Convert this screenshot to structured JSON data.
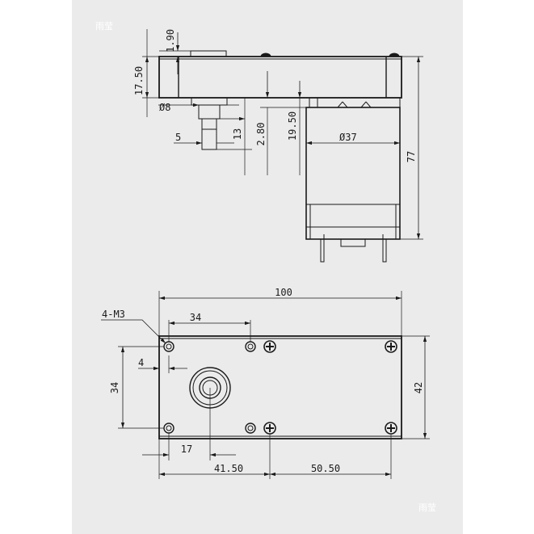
{
  "watermark": {
    "text": "雨莹"
  },
  "side_view": {
    "dimensions": {
      "d1_90": "1.90",
      "d17_50": "17.50",
      "d_phi8": "Ø8",
      "d5": "5",
      "d13": "13",
      "d2_80": "2.80",
      "d19_50": "19.50",
      "d_phi37": "Ø37",
      "d77": "77"
    }
  },
  "bottom_view": {
    "dimensions": {
      "d100": "100",
      "d4_m3": "4-M3",
      "d34_top": "34",
      "d4": "4",
      "d34_left": "34",
      "d42": "42",
      "d17": "17",
      "d41_50": "41.50",
      "d50_50": "50.50"
    }
  },
  "colors": {
    "sheet": "#ebebeb",
    "line": "#1a1a1a",
    "page": "#ffffff"
  }
}
